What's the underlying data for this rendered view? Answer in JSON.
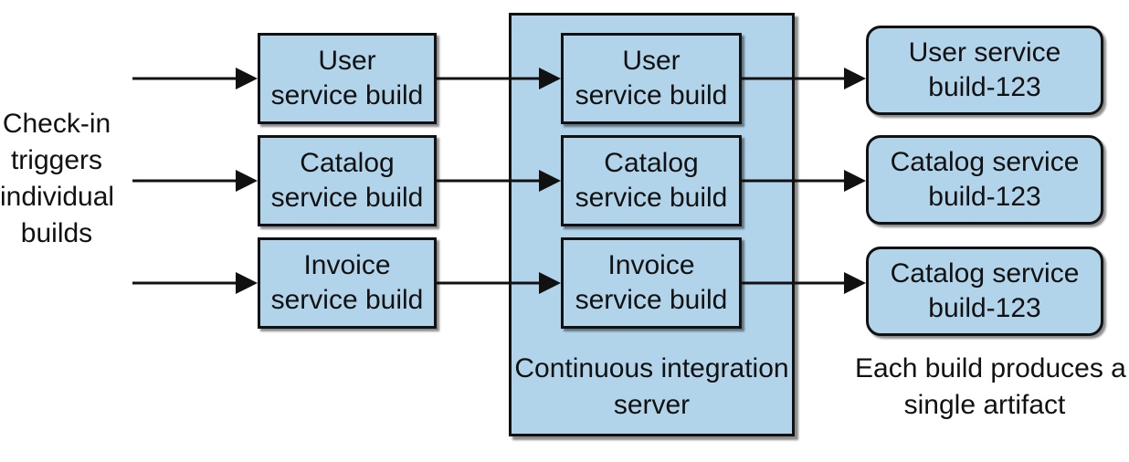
{
  "left_caption": [
    "Check-in",
    "triggers",
    "individual",
    "builds"
  ],
  "trigger_builds": [
    [
      "User",
      "service build"
    ],
    [
      "Catalog",
      "service build"
    ],
    [
      "Invoice",
      "service build"
    ]
  ],
  "ci_server": {
    "builds": [
      [
        "User",
        "service build"
      ],
      [
        "Catalog",
        "service build"
      ],
      [
        "Invoice",
        "service build"
      ]
    ],
    "label": [
      "Continuous integration",
      "server"
    ]
  },
  "artifacts": [
    [
      "User service",
      "build-123"
    ],
    [
      "Catalog service",
      "build-123"
    ],
    [
      "Catalog service",
      "build-123"
    ]
  ],
  "right_caption": [
    "Each build produces a",
    "single artifact"
  ],
  "colors": {
    "box_fill": "#b2d4ea",
    "stroke": "#111111"
  }
}
